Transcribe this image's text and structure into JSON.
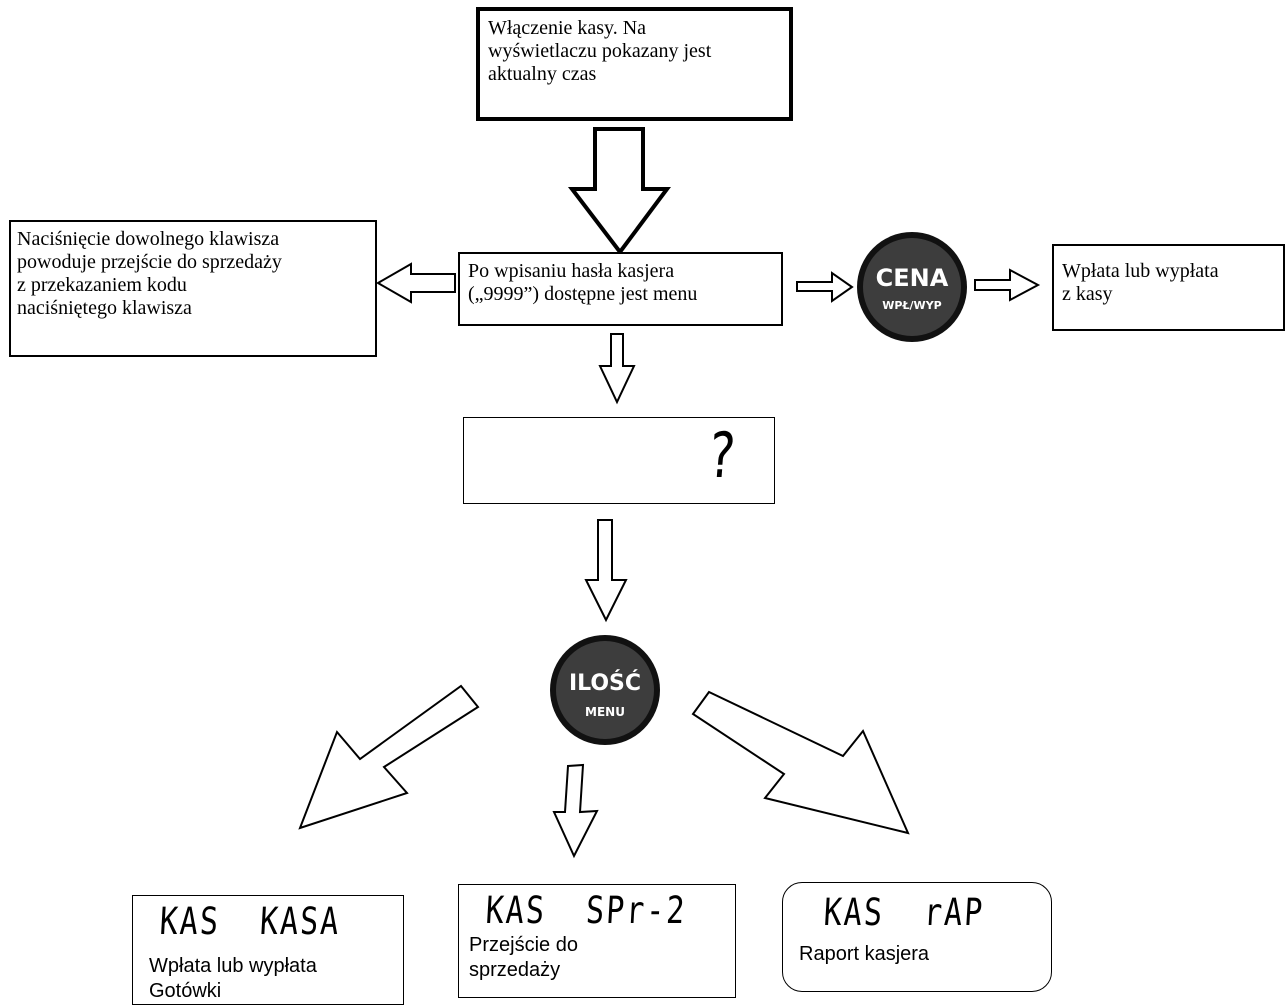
{
  "nodes": {
    "start": "Włączenie kasy. Na\nwyświetlaczu pokazany jest\naktualny czas",
    "any_key": "Naciśnięcie dowolnego klawisza\npowoduje przejście do sprzedaży\nz przekazaniem kodu\nnaciśniętego klawisza",
    "password": "Po wpisaniu hasła kasjera\n(„9999”) dostępne jest menu",
    "cash_in_out": "Wpłata lub wypłata\n z kasy"
  },
  "keys": {
    "cena": {
      "label": "CENA",
      "sub": "WPŁ/WYP",
      "icon": "cena-key-icon"
    },
    "ilosc": {
      "label": "ILOŚĆ",
      "sub": "MENU",
      "icon": "ilosc-key-icon"
    }
  },
  "display": {
    "value": "?"
  },
  "menu_options": [
    {
      "display": "KAS  KASA",
      "description": "Wpłata lub wypłata\nGotówki"
    },
    {
      "display": "KAS  SPr-2",
      "description": "Przejście do\nsprzedaży"
    },
    {
      "display": "KAS  rAP",
      "description": "Raport kasjera"
    }
  ],
  "colors": {
    "key_fill": "#3a3a3a",
    "key_ring": "#1a1a1a",
    "line": "#000000"
  }
}
